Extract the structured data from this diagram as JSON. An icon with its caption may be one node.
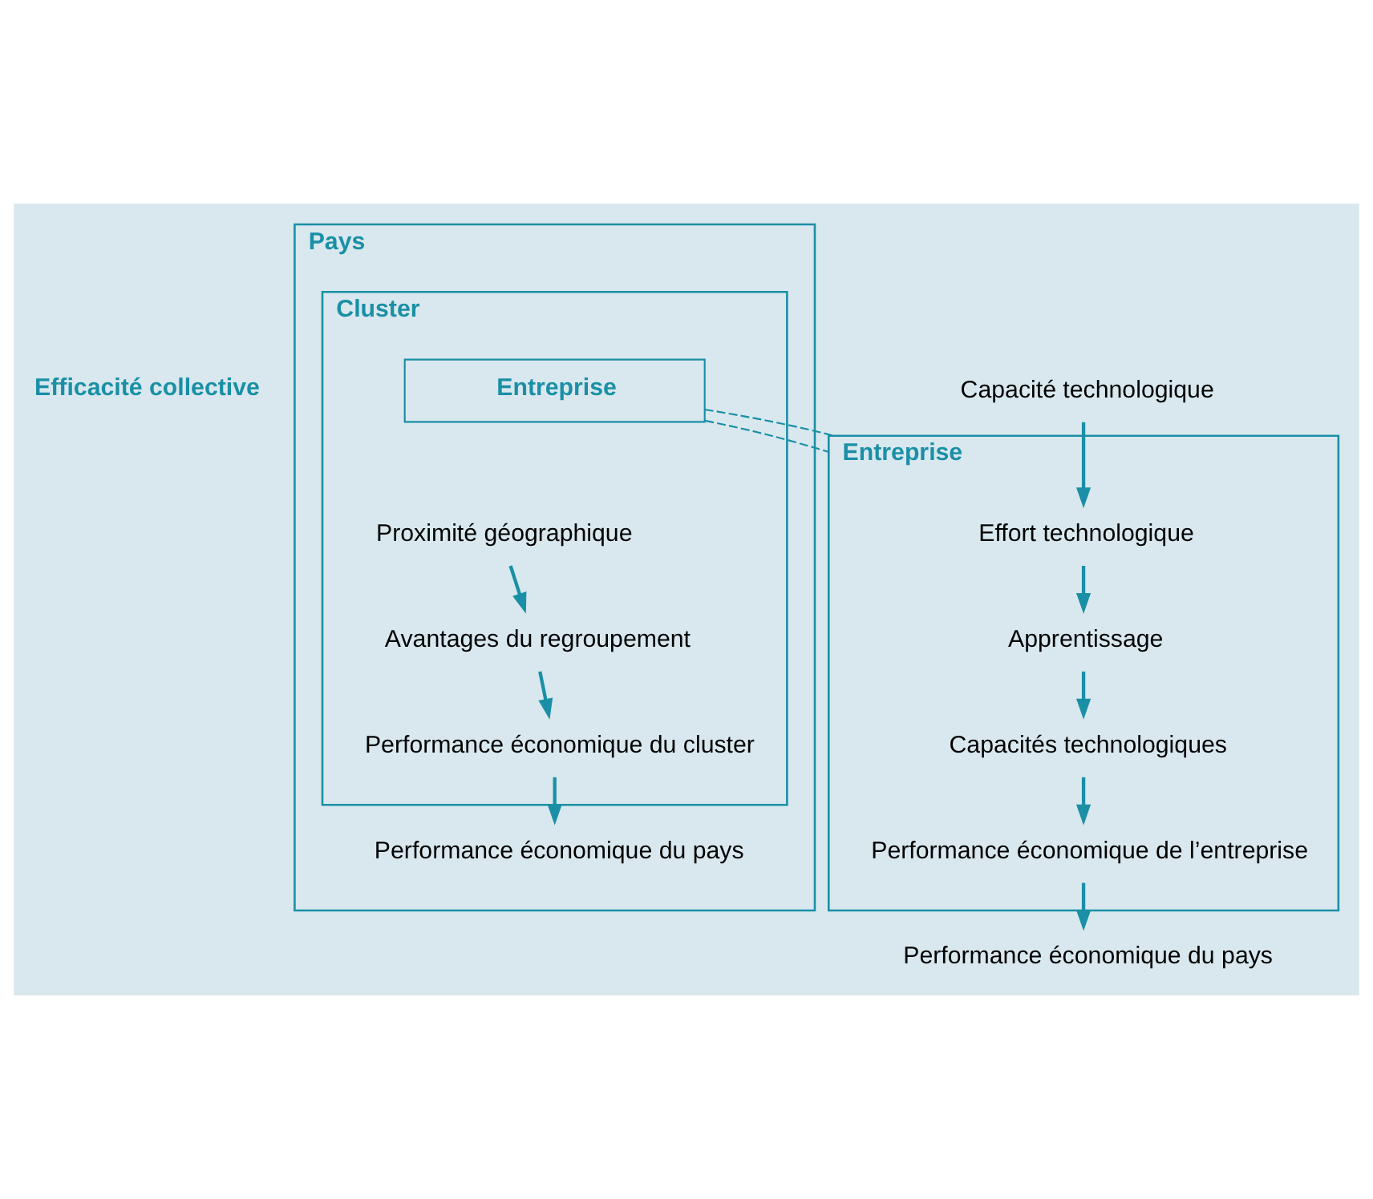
{
  "diagram": {
    "nodes": [
      {
        "text": [
          "Pays"
        ]
      },
      {
        "text": [
          "Cluster"
        ],
        "in": 0
      },
      {
        "text": [
          "Proximité géographique"
        ],
        "in": 1
      },
      {
        "text": [
          "Avantages du regroupement"
        ],
        "in": 1
      },
      {
        "text": [
          "Entreprise"
        ],
        "in": 1
      },
      {
        "text": [
          "Performance économique du cluster"
        ],
        "in": 1
      },
      {
        "text": [
          "Performance économique du pays"
        ],
        "in": 0
      },
      {
        "text": [
          "Capacité technologique"
        ]
      },
      {
        "text": [
          "Entreprise"
        ]
      },
      {
        "text": [
          "Effort technologique"
        ],
        "in": 8
      },
      {
        "text": [
          "Apprentissage"
        ],
        "in": 8
      },
      {
        "text": [
          "Capacités technologiques"
        ],
        "in": 8
      },
      {
        "text": [
          "Performance économique de l’entreprise"
        ],
        "in": 8
      },
      {
        "text": [
          "Performance économique du pays"
        ]
      }
    ],
    "edges": [
      {
        "from": 2,
        "to": 3,
        "arrow": "to"
      },
      {
        "from": 3,
        "to": 5,
        "arrow": "to"
      },
      {
        "from": 5,
        "to": 6,
        "arrow": "to"
      },
      {
        "from": 7,
        "to": 9,
        "arrow": "to"
      },
      {
        "from": 9,
        "to": 10,
        "arrow": "to"
      },
      {
        "from": 10,
        "to": 11,
        "arrow": "to"
      },
      {
        "from": 11,
        "to": 12,
        "arrow": "to"
      },
      {
        "from": 12,
        "to": 13,
        "arrow": "to"
      },
      {
        "from": 4,
        "to": 8,
        "arrow": "none",
        "style": "dashed"
      },
      {
        "from": 4,
        "to": 8,
        "arrow": "none",
        "style": "dashed"
      }
    ],
    "labels": [
      "Efficacité collective"
    ]
  }
}
